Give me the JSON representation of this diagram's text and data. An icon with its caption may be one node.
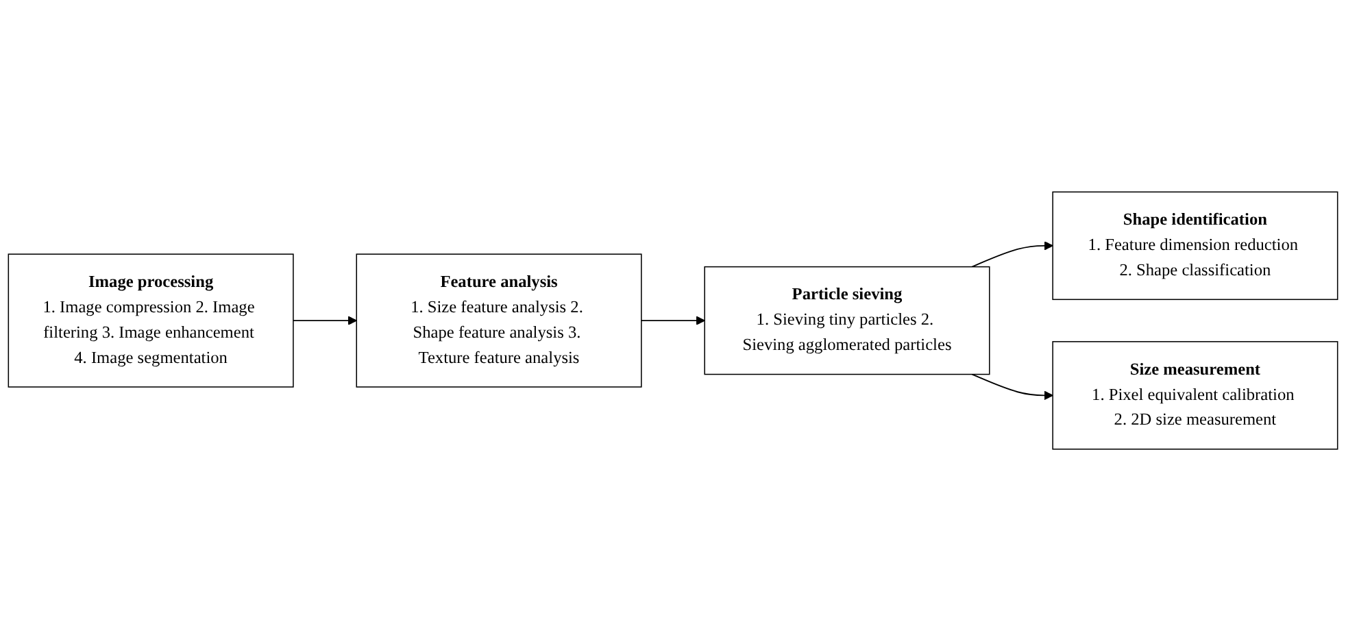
{
  "diagram": {
    "nodes": [
      {
        "text": [
          "Image processing",
          "1. Image compression 2. Image filtering 3. Image enhancement 4. Image segmentation"
        ]
      },
      {
        "text": [
          "Feature analysis",
          "1. Size feature analysis 2. Shape feature analysis 3. Texture feature analysis"
        ]
      },
      {
        "text": [
          "Particle sieving",
          "1. Sieving tiny particles 2. Sieving agglomerated particles"
        ]
      },
      {
        "text": [
          "Shape identification",
          "1. Feature dimension reduction 2. Shape classification"
        ]
      },
      {
        "text": [
          "Size measurement",
          "1. Pixel equivalent calibration 2. 2D size measurement"
        ]
      }
    ],
    "edges": [
      {
        "from": 0,
        "to": 1,
        "arrow": "to"
      },
      {
        "from": 1,
        "to": 2,
        "arrow": "to"
      },
      {
        "from": 2,
        "to": 3,
        "arrow": "to"
      },
      {
        "from": 2,
        "to": 4,
        "arrow": "to"
      }
    ]
  }
}
